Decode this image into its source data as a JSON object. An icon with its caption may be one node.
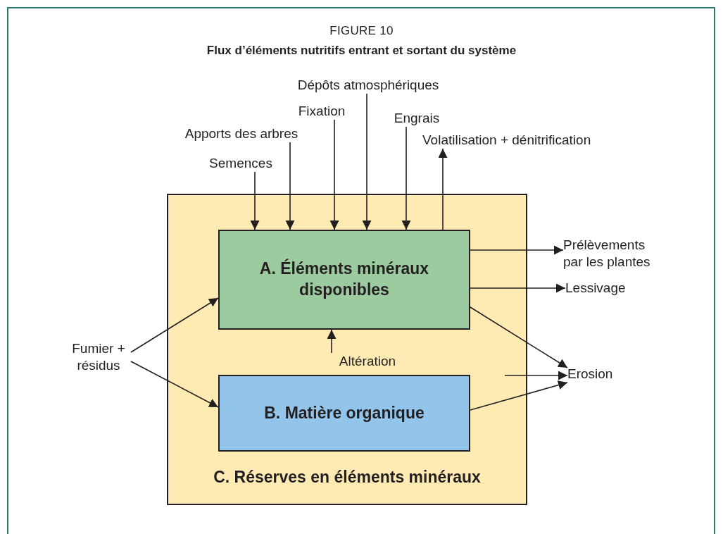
{
  "diagram": {
    "title": "Flux d’éléments nutritifs entrant et sortant du système",
    "nodes": [
      {
        "text": [
          "C. Réserves en éléments minéraux"
        ]
      },
      {
        "text": [
          "A. Éléments minéraux disponibles"
        ],
        "in": 0
      },
      {
        "text": [
          "B. Matière organique"
        ],
        "in": 0
      },
      {
        "text": [
          "Semences"
        ]
      },
      {
        "text": [
          "Apports des arbres"
        ]
      },
      {
        "text": [
          "Fixation"
        ]
      },
      {
        "text": [
          "Dépôts atmosphériques"
        ]
      },
      {
        "text": [
          "Engrais"
        ]
      },
      {
        "text": [
          "Volatilisation + dénitrification"
        ]
      },
      {
        "text": [
          "Prélèvements par les plantes"
        ]
      },
      {
        "text": [
          "Lessivage"
        ]
      },
      {
        "text": [
          "Fumier + résidus"
        ]
      },
      {
        "text": [
          "Altération"
        ],
        "in": 0
      },
      {
        "text": [
          "Erosion"
        ]
      }
    ],
    "edges": [
      {
        "from": 3,
        "to": 1,
        "arrow": "to"
      },
      {
        "from": 4,
        "to": 1,
        "arrow": "to"
      },
      {
        "from": 5,
        "to": 1,
        "arrow": "to"
      },
      {
        "from": 6,
        "to": 1,
        "arrow": "to"
      },
      {
        "from": 7,
        "to": 1,
        "arrow": "to"
      },
      {
        "from": 1,
        "to": 8,
        "arrow": "to"
      },
      {
        "from": 1,
        "to": 9,
        "arrow": "to"
      },
      {
        "from": 1,
        "to": 10,
        "arrow": "to"
      },
      {
        "from": 11,
        "to": 1,
        "arrow": "to"
      },
      {
        "from": 11,
        "to": 2,
        "arrow": "to"
      },
      {
        "from": 12,
        "to": 1,
        "arrow": "to"
      },
      {
        "from": 1,
        "to": 13,
        "arrow": "to"
      },
      {
        "from": 0,
        "to": 13,
        "arrow": "to"
      },
      {
        "from": 2,
        "to": 13,
        "arrow": "to"
      }
    ],
    "labels": [
      "FIGURE 10"
    ]
  }
}
